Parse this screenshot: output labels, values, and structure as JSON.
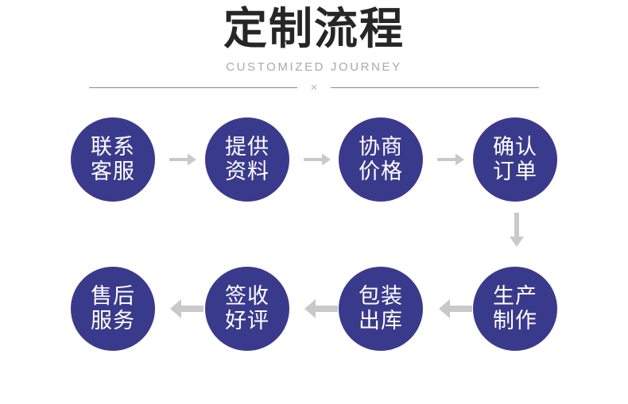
{
  "header": {
    "title": "定制流程",
    "subtitle": "CUSTOMIZED JOURNEY",
    "divider_mark": "×"
  },
  "colors": {
    "node_fill": "#3a3a8c",
    "node_text": "#ffffff",
    "title_text": "#262626",
    "subtitle_text": "#a9a9ad",
    "arrow_gray": "#c9c9cc",
    "divider_line": "#8a8a90",
    "background": "#ffffff"
  },
  "flow": {
    "nodes": [
      {
        "id": "step-1",
        "line1": "联系",
        "line2": "客服"
      },
      {
        "id": "step-2",
        "line1": "提供",
        "line2": "资料"
      },
      {
        "id": "step-3",
        "line1": "协商",
        "line2": "价格"
      },
      {
        "id": "step-4",
        "line1": "确认",
        "line2": "订单"
      },
      {
        "id": "step-5",
        "line1": "生产",
        "line2": "制作"
      },
      {
        "id": "step-6",
        "line1": "包装",
        "line2": "出库"
      },
      {
        "id": "step-7",
        "line1": "签收",
        "line2": "好评"
      },
      {
        "id": "step-8",
        "line1": "售后",
        "line2": "服务"
      }
    ],
    "connectors": [
      {
        "id": "connector-1-2",
        "icon": "arrow-right-icon"
      },
      {
        "id": "connector-2-3",
        "icon": "arrow-right-icon"
      },
      {
        "id": "connector-3-4",
        "icon": "arrow-right-icon"
      },
      {
        "id": "connector-4-5",
        "icon": "arrow-down-icon"
      },
      {
        "id": "connector-5-6",
        "icon": "arrow-left-icon"
      },
      {
        "id": "connector-6-7",
        "icon": "arrow-left-icon"
      },
      {
        "id": "connector-7-8",
        "icon": "arrow-left-icon"
      }
    ]
  }
}
